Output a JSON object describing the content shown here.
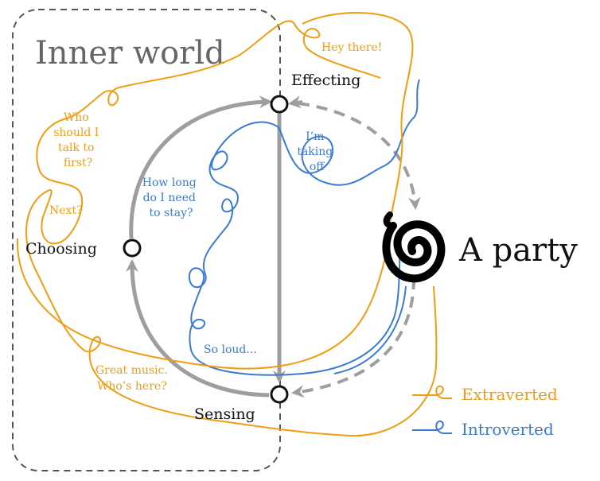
{
  "colors": {
    "extraverted": "#F39C12",
    "introverted": "#3A7BD5",
    "cycle": "#9E9E9E",
    "box": "#555555",
    "node": "#111111"
  },
  "box": {
    "title": "Inner world"
  },
  "nodes": {
    "effecting": "Effecting",
    "choosing": "Choosing",
    "sensing": "Sensing"
  },
  "party": {
    "icon": "spiral-icon",
    "label": "A party"
  },
  "orange_annotations": {
    "hey": "Hey there!",
    "who": [
      "Who",
      "should I",
      "talk to",
      "first?"
    ],
    "next": "Next?",
    "music": [
      "Great music.",
      "Who’s here?"
    ]
  },
  "blue_annotations": {
    "taking": [
      "I’m",
      "taking",
      "off"
    ],
    "howlong": [
      "How long",
      "do I need",
      "to stay?"
    ],
    "loud": "So loud..."
  },
  "legend": [
    {
      "label": "Extraverted",
      "color": "#F39C12"
    },
    {
      "label": "Introverted",
      "color": "#3A7BD5"
    }
  ]
}
